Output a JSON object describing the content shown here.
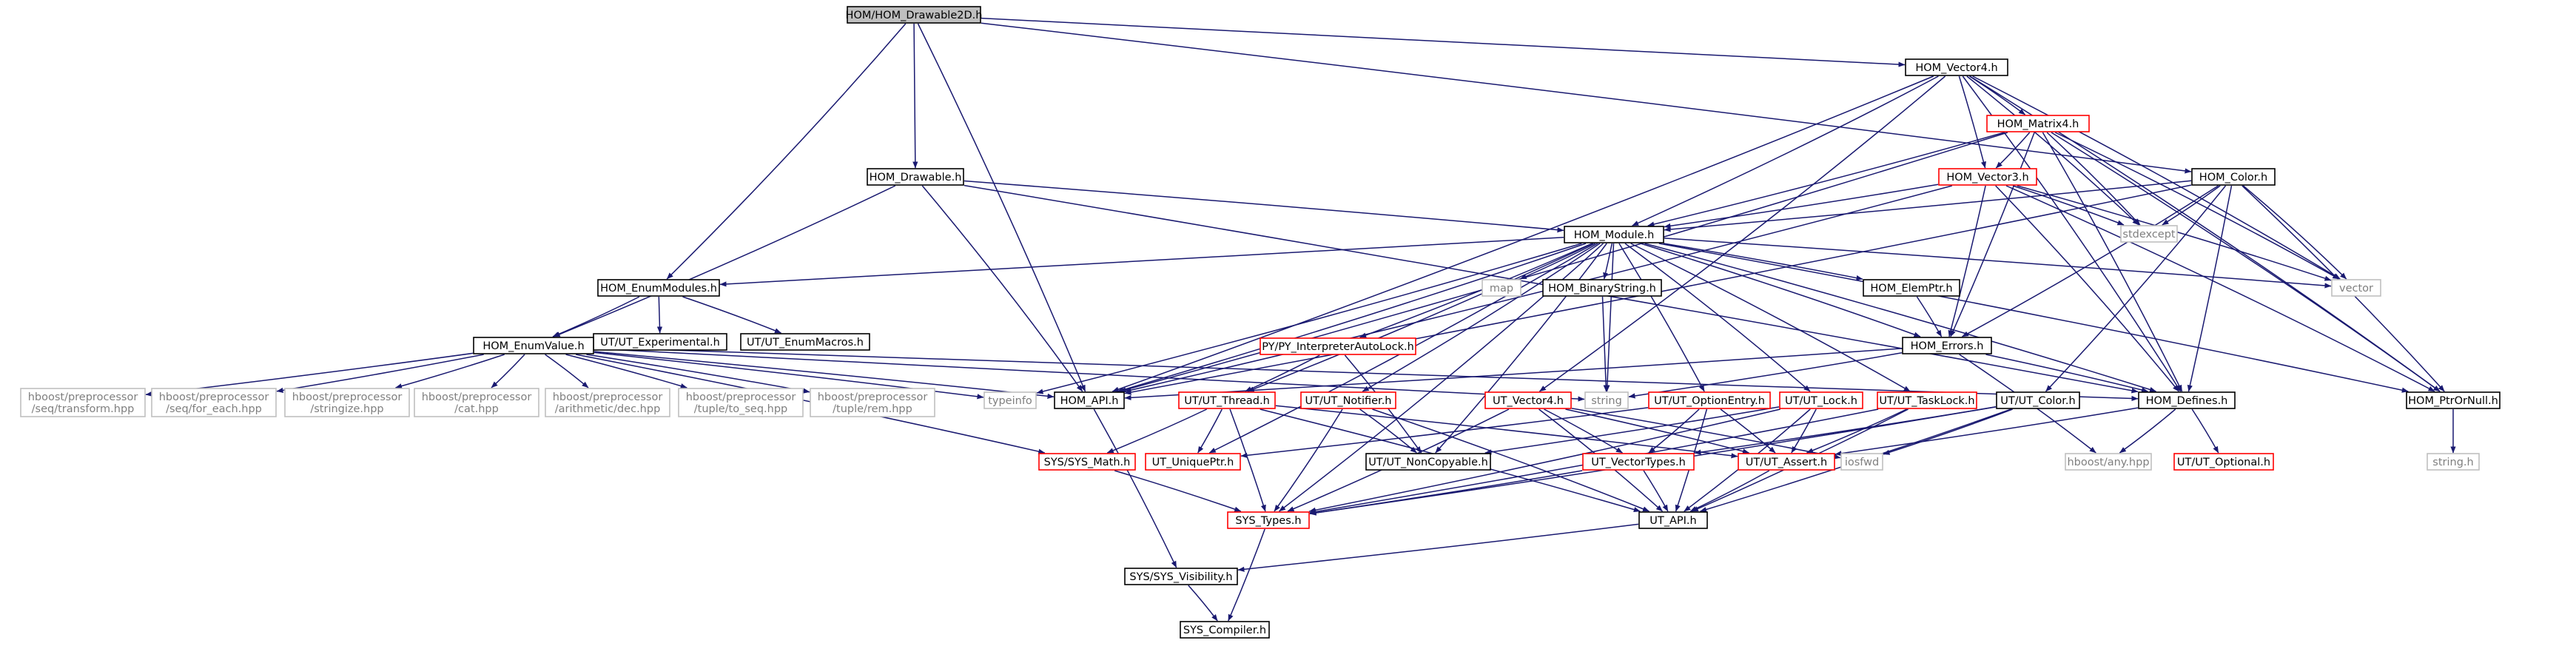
{
  "colors": {
    "edge": "#191970",
    "box_default_stroke": "#000000",
    "box_missing_stroke": "#bfbfbf",
    "box_truncated_stroke": "#ff0000",
    "root_fill": "#bfbfbf",
    "text_default": "#000000",
    "text_missing": "#7f7f7f"
  },
  "nodes": [
    {
      "id": "root",
      "label": "HOM/HOM_Drawable2D.h",
      "kind": "root"
    },
    {
      "id": "vec4",
      "label": "HOM_Vector4.h",
      "kind": "normal"
    },
    {
      "id": "mat4",
      "label": "HOM_Matrix4.h",
      "kind": "truncated"
    },
    {
      "id": "vec3",
      "label": "HOM_Vector3.h",
      "kind": "truncated"
    },
    {
      "id": "color",
      "label": "HOM_Color.h",
      "kind": "normal"
    },
    {
      "id": "drawable",
      "label": "HOM_Drawable.h",
      "kind": "normal"
    },
    {
      "id": "module",
      "label": "HOM_Module.h",
      "kind": "normal"
    },
    {
      "id": "enummod",
      "label": "HOM_EnumModules.h",
      "kind": "normal"
    },
    {
      "id": "utexp",
      "label": "UT/UT_Experimental.h",
      "kind": "normal"
    },
    {
      "id": "utenummac",
      "label": "UT/UT_EnumMacros.h",
      "kind": "normal"
    },
    {
      "id": "enumval",
      "label": "HOM_EnumValue.h",
      "kind": "normal"
    },
    {
      "id": "map",
      "label": "map",
      "kind": "missing"
    },
    {
      "id": "binstr",
      "label": "HOM_BinaryString.h",
      "kind": "normal"
    },
    {
      "id": "elemptr",
      "label": "HOM_ElemPtr.h",
      "kind": "normal"
    },
    {
      "id": "stdexcept",
      "label": "stdexcept",
      "kind": "missing"
    },
    {
      "id": "vector",
      "label": "vector",
      "kind": "missing"
    },
    {
      "id": "pyauto",
      "label": "PY/PY_InterpreterAutoLock.h",
      "kind": "truncated"
    },
    {
      "id": "errors",
      "label": "HOM_Errors.h",
      "kind": "normal"
    },
    {
      "id": "seqtr",
      "label": "hboost/preprocessor\n/seq/transform.hpp",
      "kind": "missing"
    },
    {
      "id": "seqfe",
      "label": "hboost/preprocessor\n/seq/for_each.hpp",
      "kind": "missing"
    },
    {
      "id": "stringize",
      "label": "hboost/preprocessor\n/stringize.hpp",
      "kind": "missing"
    },
    {
      "id": "cat",
      "label": "hboost/preprocessor\n/cat.hpp",
      "kind": "missing"
    },
    {
      "id": "arith",
      "label": "hboost/preprocessor\n/arithmetic/dec.hpp",
      "kind": "missing"
    },
    {
      "id": "toseq",
      "label": "hboost/preprocessor\n/tuple/to_seq.hpp",
      "kind": "missing"
    },
    {
      "id": "tuprem",
      "label": "hboost/preprocessor\n/tuple/rem.hpp",
      "kind": "missing"
    },
    {
      "id": "typeinfo",
      "label": "typeinfo",
      "kind": "missing"
    },
    {
      "id": "homapi",
      "label": "HOM_API.h",
      "kind": "normal"
    },
    {
      "id": "utthread",
      "label": "UT/UT_Thread.h",
      "kind": "truncated"
    },
    {
      "id": "utnotifier",
      "label": "UT/UT_Notifier.h",
      "kind": "truncated"
    },
    {
      "id": "utvec4",
      "label": "UT_Vector4.h",
      "kind": "truncated"
    },
    {
      "id": "string",
      "label": "string",
      "kind": "missing"
    },
    {
      "id": "optentry",
      "label": "UT/UT_OptionEntry.h",
      "kind": "truncated"
    },
    {
      "id": "utlock",
      "label": "UT/UT_Lock.h",
      "kind": "truncated"
    },
    {
      "id": "tasklock",
      "label": "UT/UT_TaskLock.h",
      "kind": "truncated"
    },
    {
      "id": "utcolor",
      "label": "UT/UT_Color.h",
      "kind": "normal"
    },
    {
      "id": "defines",
      "label": "HOM_Defines.h",
      "kind": "normal"
    },
    {
      "id": "ptrornull",
      "label": "HOM_PtrOrNull.h",
      "kind": "normal"
    },
    {
      "id": "sysmath",
      "label": "SYS/SYS_Math.h",
      "kind": "truncated"
    },
    {
      "id": "uniqueptr",
      "label": "UT_UniquePtr.h",
      "kind": "truncated"
    },
    {
      "id": "noncopy",
      "label": "UT/UT_NonCopyable.h",
      "kind": "normal"
    },
    {
      "id": "vectypes",
      "label": "UT_VectorTypes.h",
      "kind": "truncated"
    },
    {
      "id": "utassert",
      "label": "UT/UT_Assert.h",
      "kind": "truncated"
    },
    {
      "id": "iosfwd",
      "label": "iosfwd",
      "kind": "missing"
    },
    {
      "id": "hbany",
      "label": "hboost/any.hpp",
      "kind": "missing"
    },
    {
      "id": "utopt",
      "label": "UT/UT_Optional.h",
      "kind": "truncated"
    },
    {
      "id": "stringh",
      "label": "string.h",
      "kind": "missing"
    },
    {
      "id": "systypes",
      "label": "SYS_Types.h",
      "kind": "truncated"
    },
    {
      "id": "utapi",
      "label": "UT_API.h",
      "kind": "normal"
    },
    {
      "id": "sysvis",
      "label": "SYS/SYS_Visibility.h",
      "kind": "normal"
    },
    {
      "id": "syscomp",
      "label": "SYS_Compiler.h",
      "kind": "normal"
    }
  ],
  "edges": [
    [
      "root",
      "vec4"
    ],
    [
      "root",
      "drawable"
    ],
    [
      "root",
      "enummod"
    ],
    [
      "root",
      "homapi"
    ],
    [
      "root",
      "color"
    ],
    [
      "vec4",
      "mat4"
    ],
    [
      "vec4",
      "vec3"
    ],
    [
      "vec4",
      "module"
    ],
    [
      "vec4",
      "homapi"
    ],
    [
      "vec4",
      "utvec4"
    ],
    [
      "vec4",
      "stdexcept"
    ],
    [
      "vec4",
      "vector"
    ],
    [
      "vec4",
      "ptrornull"
    ],
    [
      "vec4",
      "defines"
    ],
    [
      "mat4",
      "vec3"
    ],
    [
      "mat4",
      "module"
    ],
    [
      "mat4",
      "homapi"
    ],
    [
      "mat4",
      "errors"
    ],
    [
      "mat4",
      "stdexcept"
    ],
    [
      "mat4",
      "vector"
    ],
    [
      "mat4",
      "ptrornull"
    ],
    [
      "mat4",
      "defines"
    ],
    [
      "vec3",
      "module"
    ],
    [
      "vec3",
      "homapi"
    ],
    [
      "vec3",
      "errors"
    ],
    [
      "vec3",
      "stdexcept"
    ],
    [
      "vec3",
      "vector"
    ],
    [
      "vec3",
      "defines"
    ],
    [
      "vec3",
      "ptrornull"
    ],
    [
      "color",
      "module"
    ],
    [
      "color",
      "homapi"
    ],
    [
      "color",
      "errors"
    ],
    [
      "color",
      "stdexcept"
    ],
    [
      "color",
      "vector"
    ],
    [
      "color",
      "utcolor"
    ],
    [
      "color",
      "defines"
    ],
    [
      "color",
      "ptrornull"
    ],
    [
      "drawable",
      "module"
    ],
    [
      "drawable",
      "enumval"
    ],
    [
      "drawable",
      "homapi"
    ],
    [
      "drawable",
      "defines"
    ],
    [
      "module",
      "enummod"
    ],
    [
      "module",
      "map"
    ],
    [
      "module",
      "binstr"
    ],
    [
      "module",
      "elemptr"
    ],
    [
      "module",
      "errors"
    ],
    [
      "module",
      "vector"
    ],
    [
      "module",
      "pyauto"
    ],
    [
      "module",
      "typeinfo"
    ],
    [
      "module",
      "homapi"
    ],
    [
      "module",
      "utthread"
    ],
    [
      "module",
      "utnotifier"
    ],
    [
      "module",
      "string"
    ],
    [
      "module",
      "optentry"
    ],
    [
      "module",
      "utlock"
    ],
    [
      "module",
      "tasklock"
    ],
    [
      "module",
      "defines"
    ],
    [
      "module",
      "noncopy"
    ],
    [
      "module",
      "uniqueptr"
    ],
    [
      "module",
      "systypes"
    ],
    [
      "module",
      "ptrornull"
    ],
    [
      "enummod",
      "enumval"
    ],
    [
      "enummod",
      "utexp"
    ],
    [
      "enummod",
      "utenummac"
    ],
    [
      "enumval",
      "seqtr"
    ],
    [
      "enumval",
      "seqfe"
    ],
    [
      "enumval",
      "stringize"
    ],
    [
      "enumval",
      "cat"
    ],
    [
      "enumval",
      "arith"
    ],
    [
      "enumval",
      "toseq"
    ],
    [
      "enumval",
      "tuprem"
    ],
    [
      "enumval",
      "typeinfo"
    ],
    [
      "enumval",
      "homapi"
    ],
    [
      "enumval",
      "string"
    ],
    [
      "enumval",
      "defines"
    ],
    [
      "enumval",
      "sysmath"
    ],
    [
      "binstr",
      "string"
    ],
    [
      "elemptr",
      "errors"
    ],
    [
      "errors",
      "homapi"
    ],
    [
      "errors",
      "string"
    ],
    [
      "errors",
      "defines"
    ],
    [
      "errors",
      "hbany"
    ],
    [
      "pyauto",
      "utthread"
    ],
    [
      "pyauto",
      "noncopy"
    ],
    [
      "homapi",
      "sysvis"
    ],
    [
      "utthread",
      "sysmath"
    ],
    [
      "utthread",
      "uniqueptr"
    ],
    [
      "utthread",
      "systypes"
    ],
    [
      "utthread",
      "utassert"
    ],
    [
      "utthread",
      "utapi"
    ],
    [
      "utnotifier",
      "noncopy"
    ],
    [
      "utnotifier",
      "systypes"
    ],
    [
      "utnotifier",
      "utapi"
    ],
    [
      "utvec4",
      "vectypes"
    ],
    [
      "utvec4",
      "utassert"
    ],
    [
      "utvec4",
      "utapi"
    ],
    [
      "utvec4",
      "systypes"
    ],
    [
      "utvec4",
      "iosfwd"
    ],
    [
      "optentry",
      "vectypes"
    ],
    [
      "optentry",
      "utassert"
    ],
    [
      "optentry",
      "utapi"
    ],
    [
      "optentry",
      "uniqueptr"
    ],
    [
      "utlock",
      "utassert"
    ],
    [
      "utlock",
      "utapi"
    ],
    [
      "utlock",
      "noncopy"
    ],
    [
      "utlock",
      "systypes"
    ],
    [
      "tasklock",
      "utassert"
    ],
    [
      "tasklock",
      "utapi"
    ],
    [
      "tasklock",
      "systypes"
    ],
    [
      "utcolor",
      "utapi"
    ],
    [
      "utcolor",
      "iosfwd"
    ],
    [
      "utcolor",
      "systypes"
    ],
    [
      "utcolor",
      "vectypes"
    ],
    [
      "defines",
      "hbany"
    ],
    [
      "defines",
      "utopt"
    ],
    [
      "defines",
      "utassert"
    ],
    [
      "ptrornull",
      "stringh"
    ],
    [
      "sysmath",
      "systypes"
    ],
    [
      "vectypes",
      "systypes"
    ],
    [
      "vectypes",
      "utapi"
    ],
    [
      "utassert",
      "utapi"
    ],
    [
      "systypes",
      "syscomp"
    ],
    [
      "utapi",
      "sysvis"
    ],
    [
      "sysvis",
      "syscomp"
    ]
  ]
}
